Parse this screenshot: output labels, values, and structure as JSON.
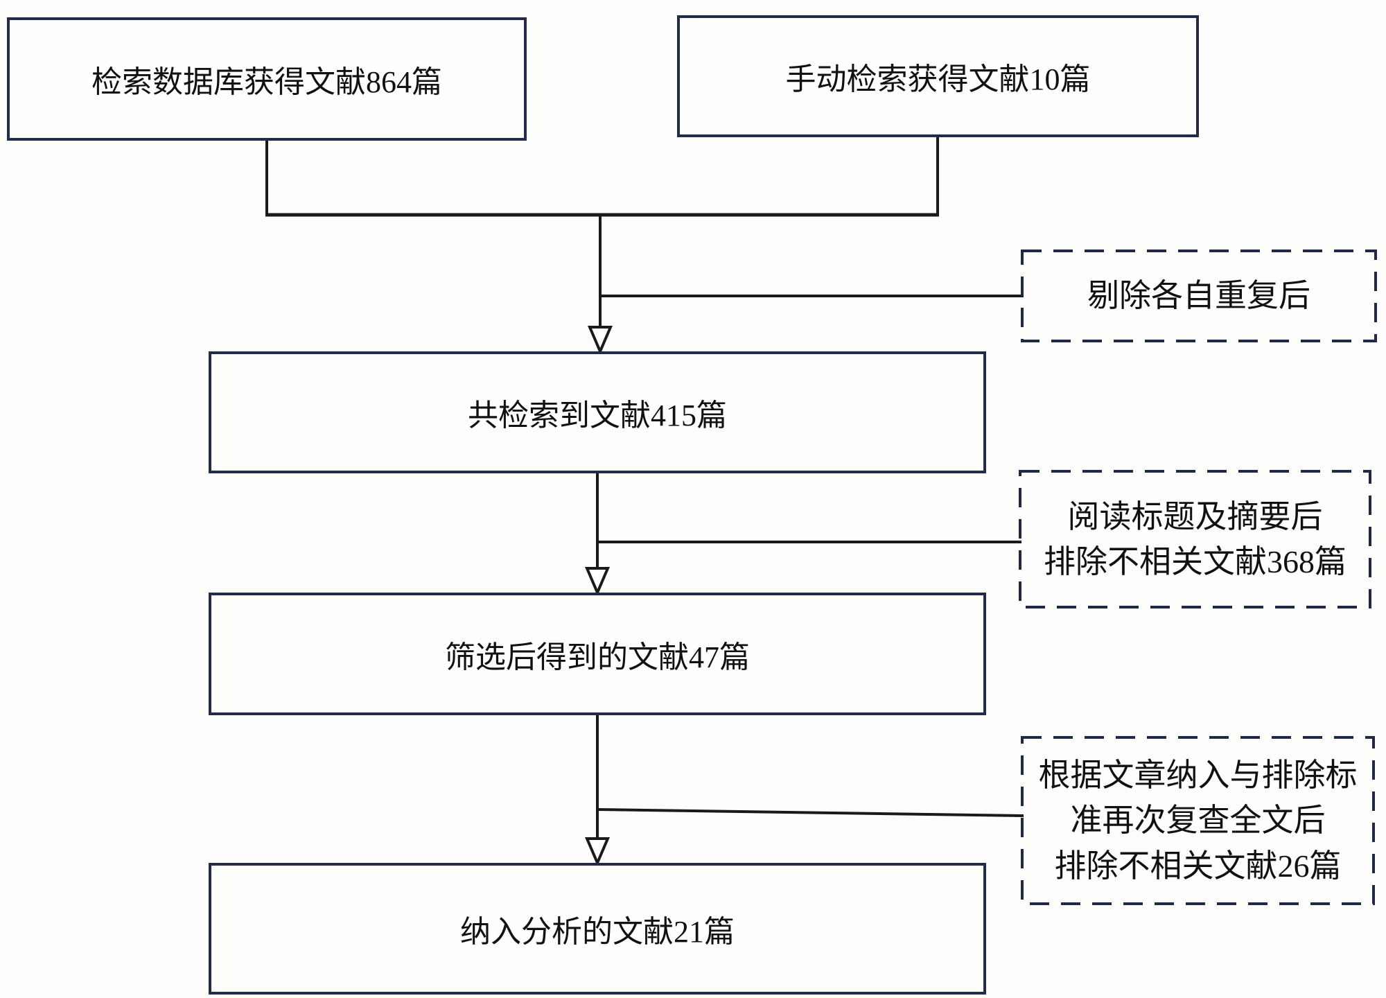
{
  "diagram": {
    "type": "flowchart",
    "language": "zh-CN",
    "boxes": {
      "db_search": {
        "label": "检索数据库获得文献864篇"
      },
      "manual_search": {
        "label": "手动检索获得文献10篇"
      },
      "total": {
        "label": "共检索到文献415篇"
      },
      "screened": {
        "label": "筛选后得到的文献47篇"
      },
      "included": {
        "label": "纳入分析的文献21篇"
      }
    },
    "exclusions": {
      "dedup": {
        "label": "剔除各自重复后"
      },
      "title_abstract": {
        "label": "阅读标题及摘要后\n排除不相关文献368篇"
      },
      "fulltext": {
        "label": "根据文章纳入与排除标\n准再次复查全文后\n排除不相关文献26篇"
      }
    },
    "counts": {
      "database": 864,
      "manual": 10,
      "total_retrieved": 415,
      "after_screening": 47,
      "excluded_title_abstract": 368,
      "excluded_fulltext": 26,
      "included": 21
    },
    "colors": {
      "background": "#fdfdfb",
      "box_border": "#232b4d",
      "dashed_border": "#1f2845",
      "connector": "#1a1a1a",
      "text": "#111111"
    }
  }
}
